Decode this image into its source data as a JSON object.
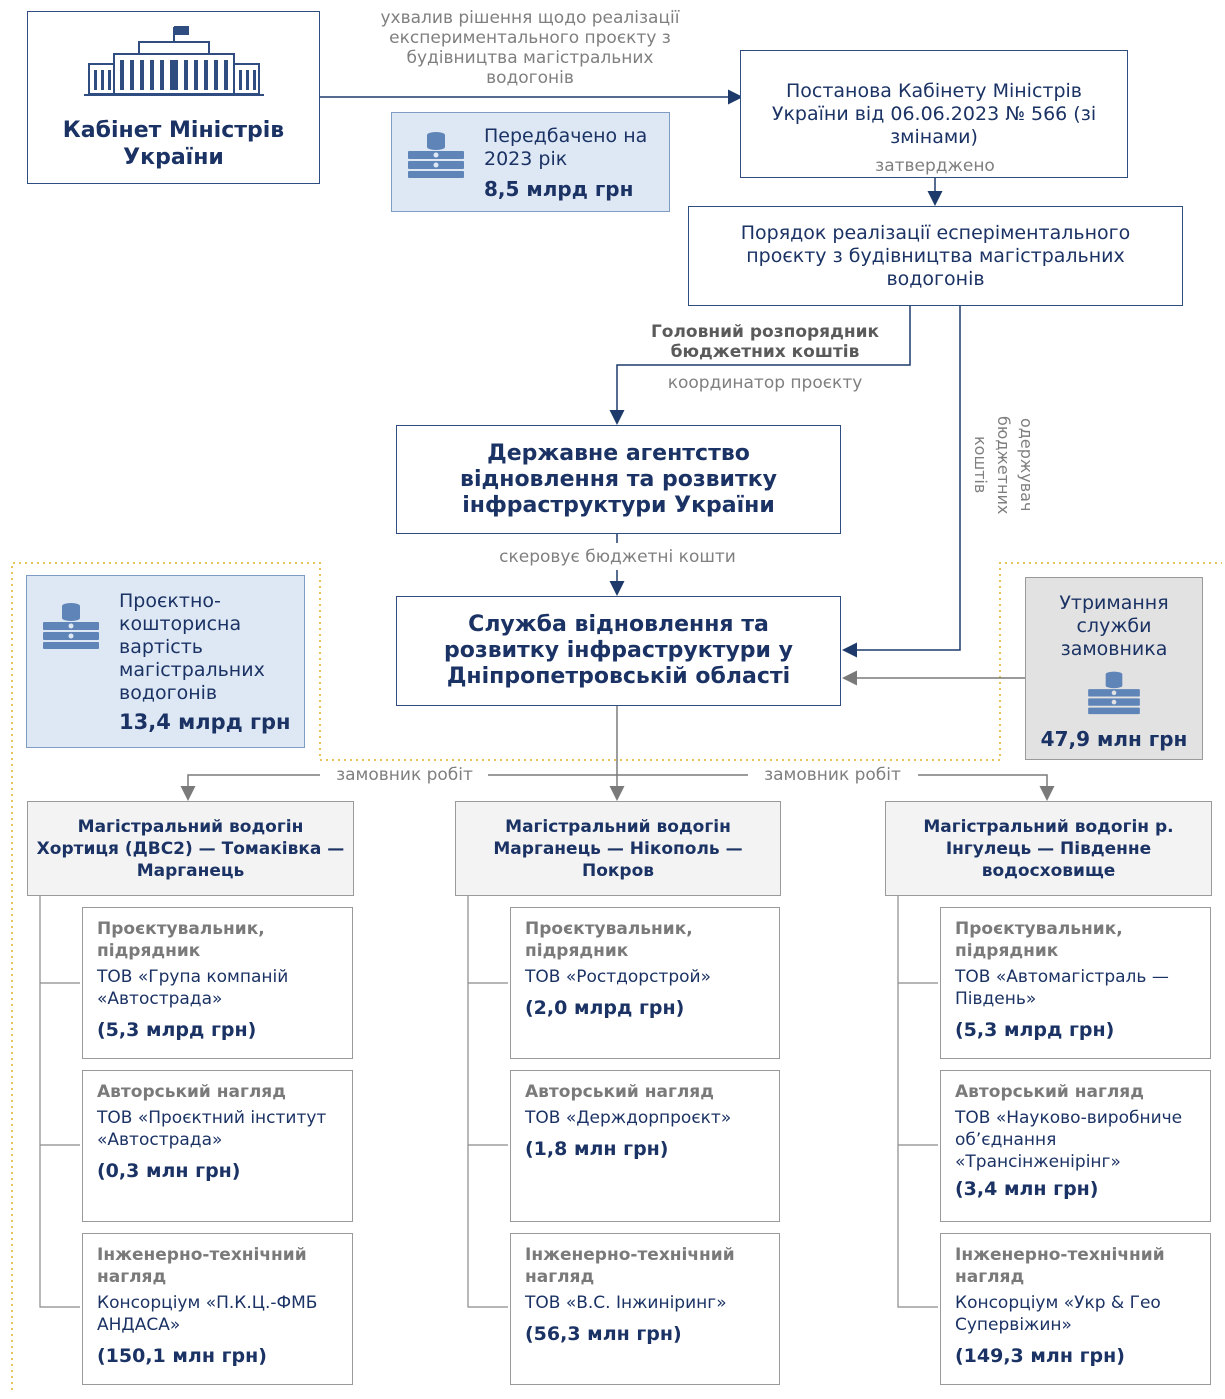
{
  "cabinet": {
    "name": "Кабінет Міністрів України"
  },
  "decision_label": "ухвалив рішення щодо реалізації експериментального проєкту з будівництва магістральних водогонів",
  "resolution": {
    "title": "Постанова Кабінету Міністрів України від 06.06.2023 № 566 (зі змінами)"
  },
  "approved_label": "затверджено",
  "procedure": {
    "title": "Порядок реалізації есперіментального проєкту з будівництва магістральних водогонів"
  },
  "planned_2023": {
    "label": "Передбачено на 2023 рік",
    "amount": "8,5 млрд грн"
  },
  "main_manager_label": "Головний розпорядник бюджетних коштів",
  "coordinator_label": "координатор проєкту",
  "recipient_label": "одержувач бюджетних коштів",
  "agency": {
    "title": "Державне агентство відновлення та розвитку інфраструктури України"
  },
  "directs_label": "скеровує бюджетні кошти",
  "service": {
    "title": "Служба відновлення та розвитку інфраструктури у Дніпропетровській області"
  },
  "estimate": {
    "label": "Проєктно-кошторисна вартість магістральних водогонів",
    "amount": "13,4 млрд грн"
  },
  "maintenance": {
    "label": "Утримання служби замовника",
    "amount": "47,9 млн грн"
  },
  "customer_label": "замовник робіт",
  "projects": [
    {
      "title": "Магістральний водогін Хортиця (ДВС2) — Томаківка — Марганець",
      "items": [
        {
          "role": "Проєктувальник, підрядник",
          "org": "ТОВ «Група компаній «Автострада»",
          "amount": "(5,3 млрд грн)"
        },
        {
          "role": "Авторський нагляд",
          "org": "ТОВ «Проєктний інститут «Автострада»",
          "amount": "(0,3 млн грн)"
        },
        {
          "role": "Інженерно-технічний нагляд",
          "org": "Консорціум «П.К.Ц.-ФМБ АНДАСА»",
          "amount": "(150,1 млн грн)"
        }
      ]
    },
    {
      "title": "Магістральний водогін Марганець — Нікополь — Покров",
      "items": [
        {
          "role": "Проєктувальник, підрядник",
          "org": "ТОВ «Ростдорстрой»",
          "amount": "(2,0 млрд грн)"
        },
        {
          "role": "Авторський нагляд",
          "org": "ТОВ «Держдорпроєкт»",
          "amount": "(1,8 млн грн)"
        },
        {
          "role": "Інженерно-технічний нагляд",
          "org": "ТОВ «В.С. Інжиніринг»",
          "amount": "(56,3 млн грн)"
        }
      ]
    },
    {
      "title": "Магістральний водогін р. Інгулець — Південне водосховище",
      "items": [
        {
          "role": "Проєктувальник, підрядник",
          "org": "ТОВ «Автомагістраль — Південь»",
          "amount": "(5,3 млрд грн)"
        },
        {
          "role": "Авторський нагляд",
          "org": "ТОВ «Науково-виробниче об’єднання «Трансінженірінг»",
          "amount": "(3,4 млн грн)"
        },
        {
          "role": "Інженерно-технічний нагляд",
          "org": "Консорціум «Укр & Гео Супервіжин»",
          "amount": "(149,3 млн грн)"
        }
      ]
    }
  ]
}
